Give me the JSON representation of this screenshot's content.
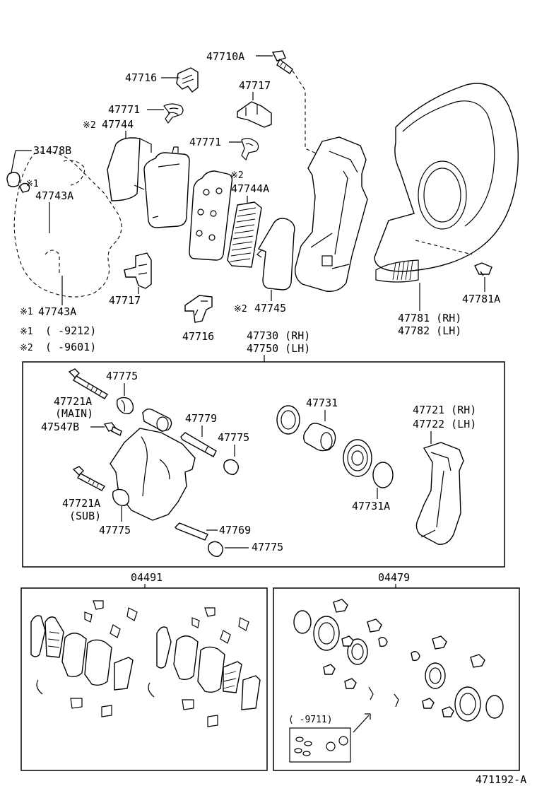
{
  "callouts": {
    "c47710A": "47710A",
    "c47716_top": "47716",
    "c47717_top": "47717",
    "c47771_top": "47771",
    "c47744_ref": "※2",
    "c47744": "47744",
    "c47771_mid": "47771",
    "c31478B": "31478B",
    "c47744A_ref": "※2",
    "c47744A": "47744A",
    "c47743A_top_ref": "※1",
    "c47743A_top": "47743A",
    "c47717_low": "47717",
    "c47745_ref": "※2",
    "c47745": "47745",
    "c47781A": "47781A",
    "c47743A_bot_ref": "※1",
    "c47743A_bot": "47743A",
    "c47716_low": "47716",
    "c47781": "47781 (RH)",
    "c47782": "47782 (LH)",
    "c47730": "47730 (RH)",
    "c47750": "47750 (LH)"
  },
  "notes": {
    "note1_ref": "※1",
    "note1_text": "(     -9212)",
    "note2_ref": "※2",
    "note2_text": "(     -9601)"
  },
  "caliper_box": {
    "c47775_a": "47775",
    "c47721A_main": "47721A",
    "c47721A_main_sub": "(MAIN)",
    "c47547B": "47547B",
    "c47779": "47779",
    "c47775_b": "47775",
    "c47731": "47731",
    "c47721": "47721 (RH)",
    "c47722": "47722 (LH)",
    "c47721A_sub": "47721A",
    "c47721A_sub_sub": "(SUB)",
    "c47775_c": "47775",
    "c47769": "47769",
    "c47775_d": "47775",
    "c47731A": "47731A"
  },
  "kits": {
    "kit_pads": "04491",
    "kit_seals": "04479",
    "kit_seals_range": "(    -9711)"
  },
  "figure_id": "471192-A"
}
